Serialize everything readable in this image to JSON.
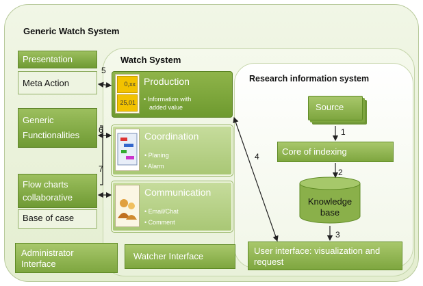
{
  "titles": {
    "generic": "Generic Watch System",
    "watch": "Watch System",
    "ris": "Research information system"
  },
  "left": {
    "presentation": "Presentation",
    "meta_action": "Meta Action",
    "generic_func_1": "Generic",
    "generic_func_2": "Functionalities",
    "flow_1": "Flow charts",
    "flow_2": "collaborative",
    "base_case": "Base of case"
  },
  "panels": {
    "production": {
      "title": "Production",
      "bullet1": "Information with",
      "bullet1b": "added value",
      "icon_text_1": "0,xx",
      "icon_text_2": "25,01"
    },
    "coordination": {
      "title": "Coordination",
      "bullet1": "Planing",
      "bullet2": "Alarm"
    },
    "communication": {
      "title": "Communication",
      "bullet1": "Email/Chat",
      "bullet2": "Comment"
    }
  },
  "ris_items": {
    "source": "Source",
    "core": "Core of indexing",
    "kb_1": "Knowledge",
    "kb_2": "base",
    "ui_1": "User interface: visualization and",
    "ui_2": "request"
  },
  "bottom": {
    "admin_1": "Administrator",
    "admin_2": "Interface",
    "watcher": "Watcher Interface"
  },
  "numbers": {
    "n1": "1",
    "n2": "2",
    "n3": "3",
    "n4": "4",
    "n5": "5",
    "n6": "6",
    "n7": "7"
  },
  "bullet_char": "•"
}
